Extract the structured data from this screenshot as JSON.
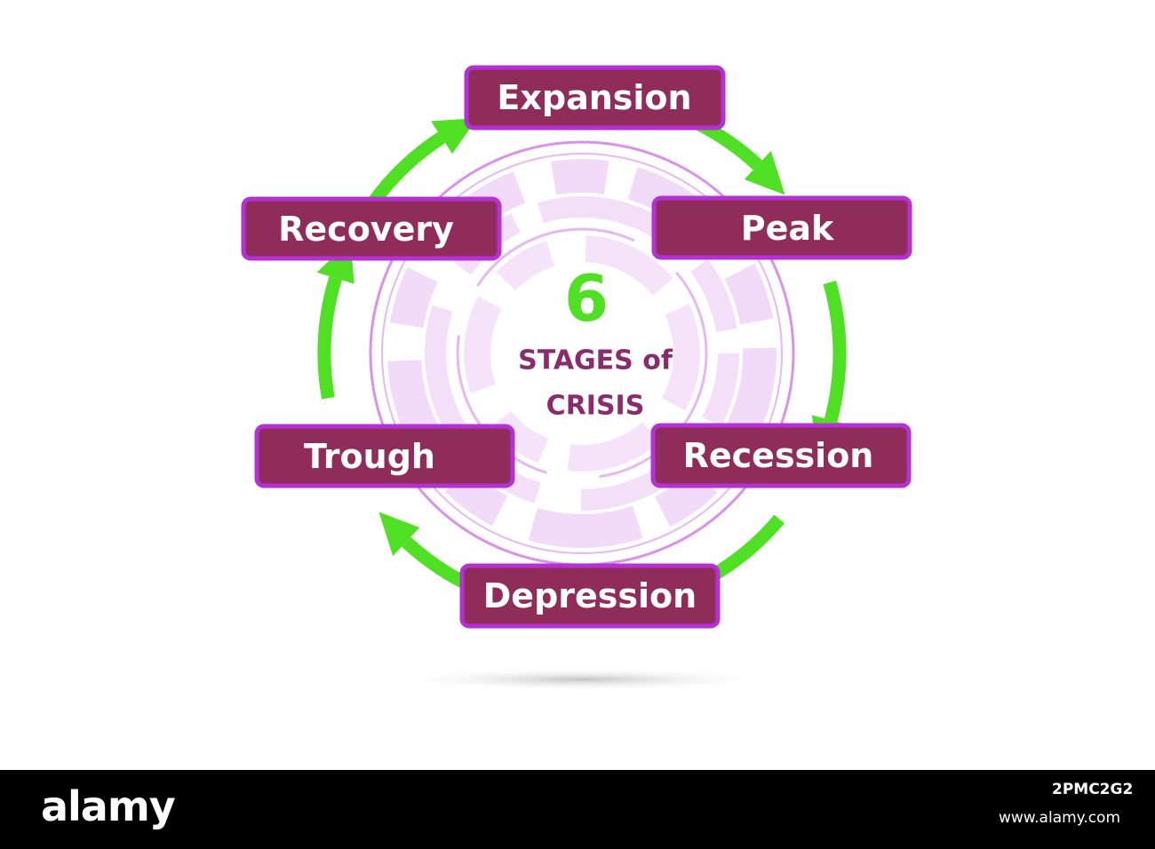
{
  "diagram": {
    "center_number": "6",
    "center_line1": "STAGES of",
    "center_line2": "CRISIS",
    "stages": [
      {
        "label": "Expansion"
      },
      {
        "label": "Peak"
      },
      {
        "label": "Recession"
      },
      {
        "label": "Depression"
      },
      {
        "label": "Trough"
      },
      {
        "label": "Recovery"
      }
    ]
  },
  "colors": {
    "box_fill": "#8f2c5a",
    "box_border": "#b531d6",
    "arrow": "#4fe024",
    "center_number": "#4fe024",
    "center_text": "#8c2a6e",
    "ring": "#d27ee6"
  },
  "footer": {
    "brand": "alamy",
    "image_id": "2PMC2G2",
    "url": "www.alamy.com"
  }
}
